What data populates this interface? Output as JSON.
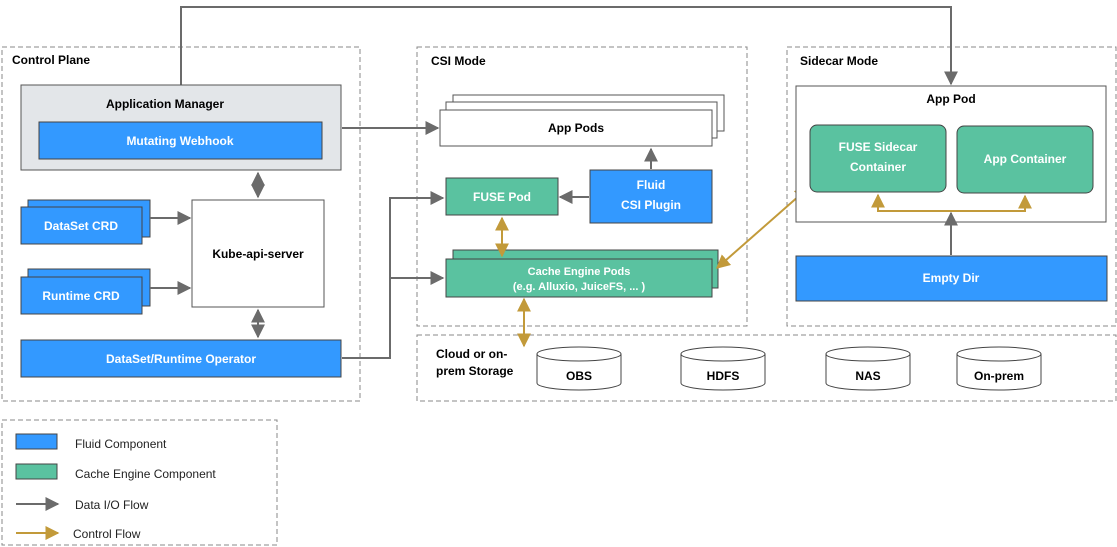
{
  "colors": {
    "fluid": "#3399ff",
    "cache": "#5ac2a0",
    "data_flow": "#6b6b6b",
    "control_flow": "#c29a3a"
  },
  "sections": {
    "control_plane": "Control Plane",
    "csi_mode": "CSI Mode",
    "sidecar_mode": "Sidecar Mode",
    "storage": [
      "Cloud or on-",
      "prem Storage"
    ]
  },
  "control_plane": {
    "app_manager": "Application Manager",
    "mutating_webhook": "Mutating Webhook",
    "dataset_crd": "DataSet CRD",
    "runtime_crd": "Runtime CRD",
    "kube_api": "Kube-api-server",
    "operator": "DataSet/Runtime Operator"
  },
  "csi": {
    "app_pods": "App Pods",
    "fuse_pod": "FUSE Pod",
    "csi_plugin": [
      "Fluid",
      "CSI Plugin"
    ],
    "cache_engine": [
      "Cache Engine Pods",
      "(e.g. Alluxio, JuiceFS, ... )"
    ]
  },
  "sidecar": {
    "app_pod": "App Pod",
    "fuse_sidecar": [
      "FUSE Sidecar",
      "Container"
    ],
    "app_container": "App Container",
    "empty_dir": "Empty Dir"
  },
  "storage_items": [
    "OBS",
    "HDFS",
    "NAS",
    "On-prem"
  ],
  "legend": {
    "fluid_component": "Fluid Component",
    "cache_component": "Cache Engine Component",
    "data_flow": "Data I/O Flow",
    "control_flow": "Control Flow"
  }
}
